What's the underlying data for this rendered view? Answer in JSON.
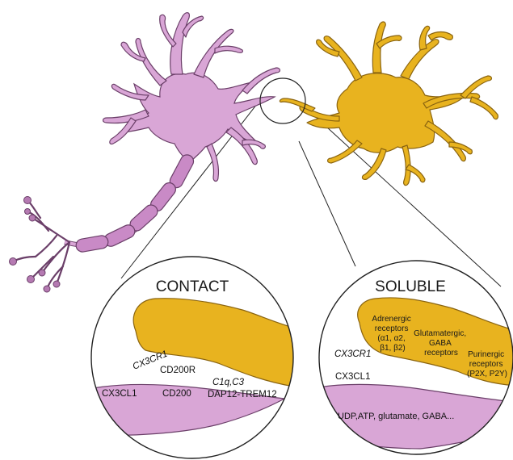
{
  "colors": {
    "neuron": "#d9a6d6",
    "neuron_stroke": "#6b3f69",
    "neuron_dark": "#b57ab2",
    "microglia": "#e8b31f",
    "microglia_stroke": "#8a6410",
    "outline": "#222222"
  },
  "icons": [
    "neuron-cell",
    "microglia-cell",
    "zoom-circle",
    "contact-inset",
    "soluble-inset"
  ],
  "contact": {
    "title": "CONTACT",
    "labels": {
      "cx3cr1": "CX3CR1",
      "cd200r": "CD200R",
      "c1q_c3": "C1q,C3",
      "cx3cl1": "CX3CL1",
      "cd200": "CD200",
      "dap12": "DAP12-TREM12"
    }
  },
  "soluble": {
    "title": "SOLUBLE",
    "labels": {
      "cx3cr1": "CX3CR1",
      "cx3cl1": "CX3CL1",
      "adrenergic": [
        "Adrenergic",
        "receptors",
        "(α1, α2,",
        "β1, β2)"
      ],
      "glutamatergic": [
        "Glutamatergic,",
        "GABA",
        "receptors"
      ],
      "purinergic": [
        "Purinergic",
        "receptors",
        "(P2X, P2Y)"
      ],
      "released": "UDP,ATP, glutamate, GABA..."
    }
  }
}
